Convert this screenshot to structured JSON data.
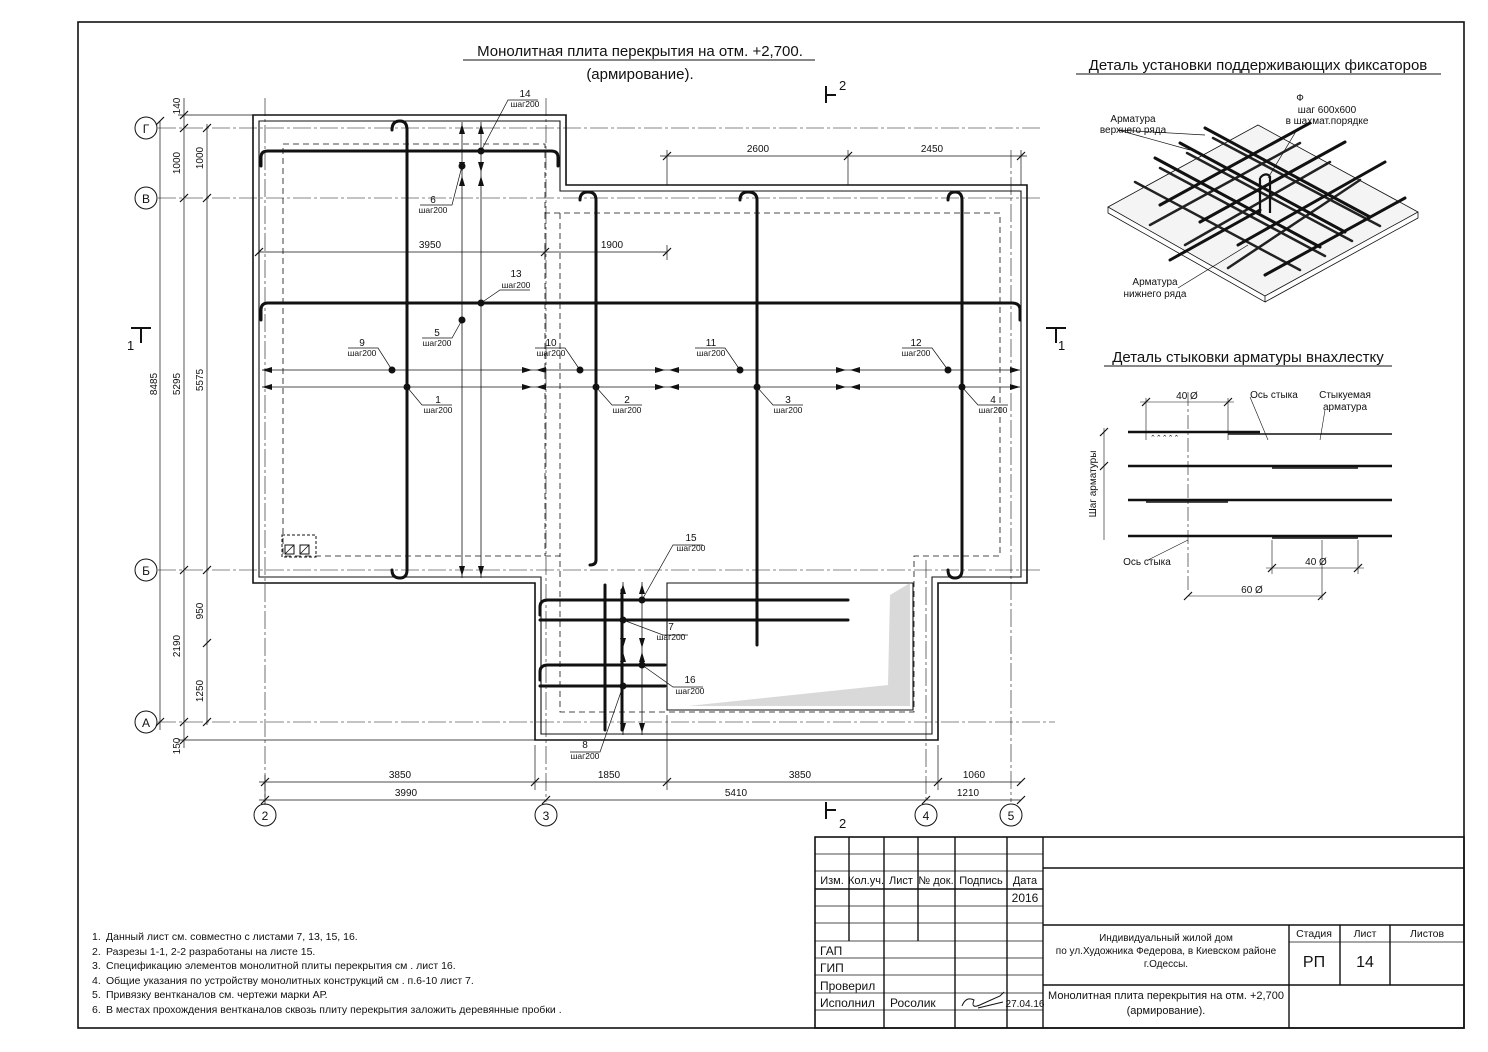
{
  "plan": {
    "title_line1": "Монолитная плита перекрытия на отм. +2,700.",
    "title_line2": "(армирование)."
  },
  "axes": {
    "rows": [
      "Г",
      "В",
      "Б",
      "А"
    ],
    "cols": [
      "2",
      "3",
      "4",
      "5"
    ]
  },
  "section_marks": {
    "s1": "1",
    "s2": "2"
  },
  "dims": {
    "left_outer": [
      "140",
      "1000",
      "5295",
      "2190",
      "150"
    ],
    "left_inner": [
      "1000",
      "5575",
      "950",
      "1250"
    ],
    "left_total": "8485",
    "top": [
      "2600",
      "2450"
    ],
    "inner": [
      "3950",
      "1900"
    ],
    "bottom1": [
      "3850",
      "1850",
      "3850",
      "1060"
    ],
    "bottom2": [
      "3990",
      "5410",
      "1210"
    ]
  },
  "rebar": {
    "step": "шаг200",
    "marks": [
      "1",
      "2",
      "3",
      "4",
      "5",
      "6",
      "7",
      "8",
      "9",
      "10",
      "11",
      "12",
      "13",
      "14",
      "15",
      "16"
    ]
  },
  "detail1": {
    "title": "Деталь установки поддерживающих фиксаторов",
    "top_label1": "Арматура",
    "top_label2": "верхнего ряда",
    "phi": "Ф",
    "phi_label1": "шаг 600х600",
    "phi_label2": "в шахмат.порядке",
    "bottom_label1": "Арматура",
    "bottom_label2": "нижнего ряда"
  },
  "detail2": {
    "title": "Деталь стыковки арматуры внахлестку",
    "dim_top": "40 Ø",
    "axis_label": "Ось стыка",
    "rebar_label1": "Стыкуемая",
    "rebar_label2": "арматура",
    "step_label": "Шаг арматуры",
    "axis_label2": "Ось стыка",
    "dim_mid": "40 Ø",
    "dim_bottom": "60 Ø"
  },
  "stamp": {
    "cols": [
      "Изм.",
      "Кол.уч.",
      "Лист",
      "№ док.",
      "Подпись",
      "Дата"
    ],
    "year": "2016",
    "project1": "Индивидуальный  жилой дом",
    "project2": "по ул.Художника Федерова, в Киевском районе",
    "project3": "г.Одессы.",
    "roles": [
      "ГАП",
      "ГИП",
      "Проверил",
      "Исполнил"
    ],
    "executor": "Росолик",
    "date": "27.04.16",
    "stage_h": "Стадия",
    "sheet_h": "Лист",
    "sheets_h": "Листов",
    "stage": "РП",
    "sheet": "14",
    "sheet_title1": "Монолитная плита перекрытия на отм. +2,700",
    "sheet_title2": "(армирование)."
  },
  "notes": [
    {
      "num": "1.",
      "text": "Данный лист см. совместно с листами 7, 13, 15, 16."
    },
    {
      "num": "2.",
      "text": "Разрезы 1-1, 2-2 разработаны на листе 15."
    },
    {
      "num": "3.",
      "text": "Спецификацию элементов монолитной плиты перекрытия см . лист 16."
    },
    {
      "num": "4.",
      "text": "Общие указания по устройству монолитных конструкций см . п.6-10 лист 7."
    },
    {
      "num": "5.",
      "text": "Привязку вентканалов см. чертежи марки АР."
    },
    {
      "num": "6.",
      "text": "В местах прохождения вентканалов сквозь плиту перекрытия заложить деревянные пробки ."
    }
  ]
}
